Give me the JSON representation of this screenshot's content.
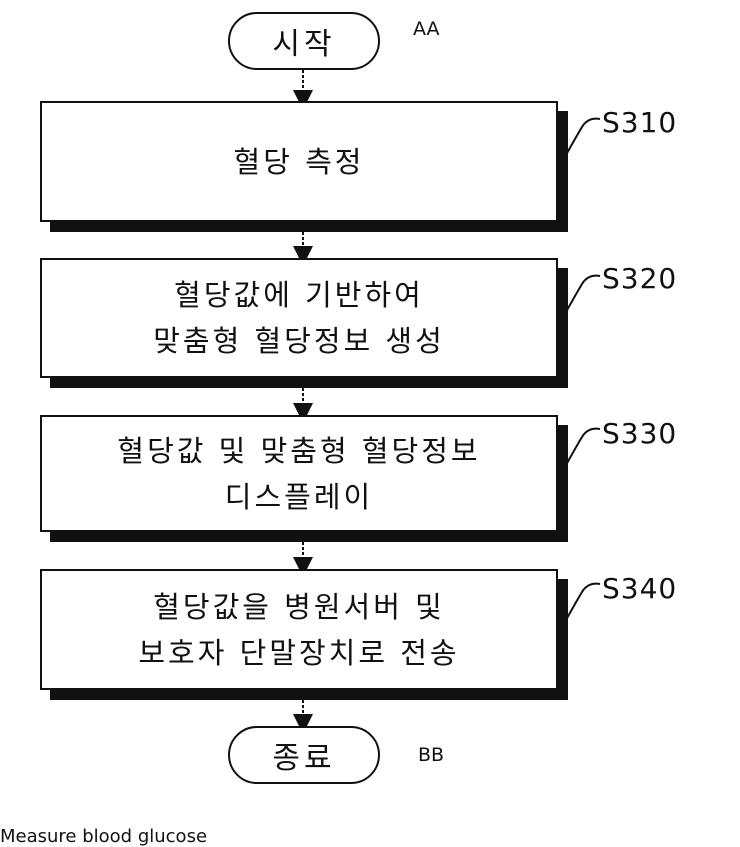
{
  "start": {
    "label": "시작",
    "tag": "AA"
  },
  "end": {
    "label": "종료",
    "tag": "BB"
  },
  "steps": [
    {
      "id": "S310",
      "lines": [
        "혈당 측정"
      ]
    },
    {
      "id": "S320",
      "lines": [
        "혈당값에 기반하여",
        "맞춤형 혈당정보 생성"
      ]
    },
    {
      "id": "S330",
      "lines": [
        "혈당값 및 맞춤형 혈당정보",
        "디스플레이"
      ]
    },
    {
      "id": "S340",
      "lines": [
        "혈당값을 병원서버 및",
        "보호자 단말장치로 전송"
      ]
    }
  ],
  "caption": "Measure blood glucose"
}
